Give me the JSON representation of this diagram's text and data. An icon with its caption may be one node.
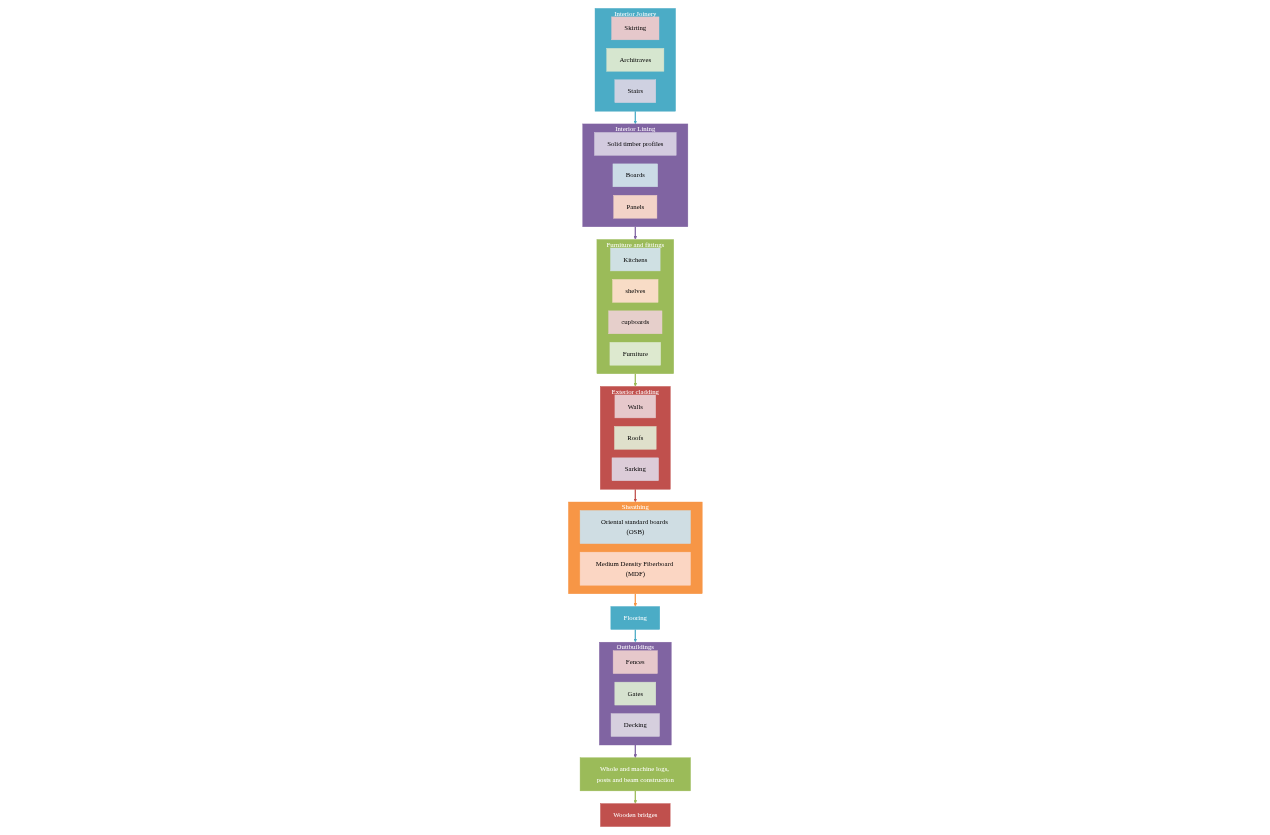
{
  "diagram": {
    "nodes": [
      {
        "text": [
          "Interior Joinery"
        ]
      },
      {
        "text": [
          "Skirting"
        ],
        "in": 0
      },
      {
        "text": [
          "Architraves"
        ],
        "in": 0
      },
      {
        "text": [
          "Stairs"
        ],
        "in": 0
      },
      {
        "text": [
          "Interior Lining"
        ]
      },
      {
        "text": [
          "Solid timber profiles"
        ],
        "in": 4
      },
      {
        "text": [
          "Boards"
        ],
        "in": 4
      },
      {
        "text": [
          "Panels"
        ],
        "in": 4
      },
      {
        "text": [
          "Furniture and fittings"
        ]
      },
      {
        "text": [
          "Kitchens"
        ],
        "in": 8
      },
      {
        "text": [
          "shelves"
        ],
        "in": 8
      },
      {
        "text": [
          "cupboards"
        ],
        "in": 8
      },
      {
        "text": [
          "Furniture"
        ],
        "in": 8
      },
      {
        "text": [
          "Exterior cladding"
        ]
      },
      {
        "text": [
          "Walls"
        ],
        "in": 13
      },
      {
        "text": [
          "Roofs"
        ],
        "in": 13
      },
      {
        "text": [
          "Sarking"
        ],
        "in": 13
      },
      {
        "text": [
          "Sheathing"
        ]
      },
      {
        "text": [
          "Oriental standard boards (OSB)"
        ],
        "in": 17
      },
      {
        "text": [
          "Medium Density Fiberboard (MDF)"
        ],
        "in": 17
      },
      {
        "text": [
          "Flooring"
        ]
      },
      {
        "text": [
          "Outtbuildings"
        ]
      },
      {
        "text": [
          "Fences"
        ],
        "in": 21
      },
      {
        "text": [
          "Gates"
        ],
        "in": 21
      },
      {
        "text": [
          "Decking"
        ],
        "in": 21
      },
      {
        "text": [
          "Whole and machine logs, posts and beam construction"
        ]
      },
      {
        "text": [
          "Wooden bridges"
        ]
      }
    ],
    "edges": [
      {
        "from": 0,
        "to": 4,
        "arrow": "to",
        "color": "#4bacc6"
      },
      {
        "from": 4,
        "to": 8,
        "arrow": "to",
        "color": "#8064a2"
      },
      {
        "from": 8,
        "to": 13,
        "arrow": "to",
        "color": "#9bbb59"
      },
      {
        "from": 13,
        "to": 17,
        "arrow": "to",
        "color": "#c0504d"
      },
      {
        "from": 17,
        "to": 20,
        "arrow": "to",
        "color": "#f79646"
      },
      {
        "from": 20,
        "to": 21,
        "arrow": "to",
        "color": "#4bacc6"
      },
      {
        "from": 21,
        "to": 25,
        "arrow": "to",
        "color": "#8064a2"
      },
      {
        "from": 25,
        "to": 26,
        "arrow": "to",
        "color": "#9bbb59"
      }
    ]
  }
}
